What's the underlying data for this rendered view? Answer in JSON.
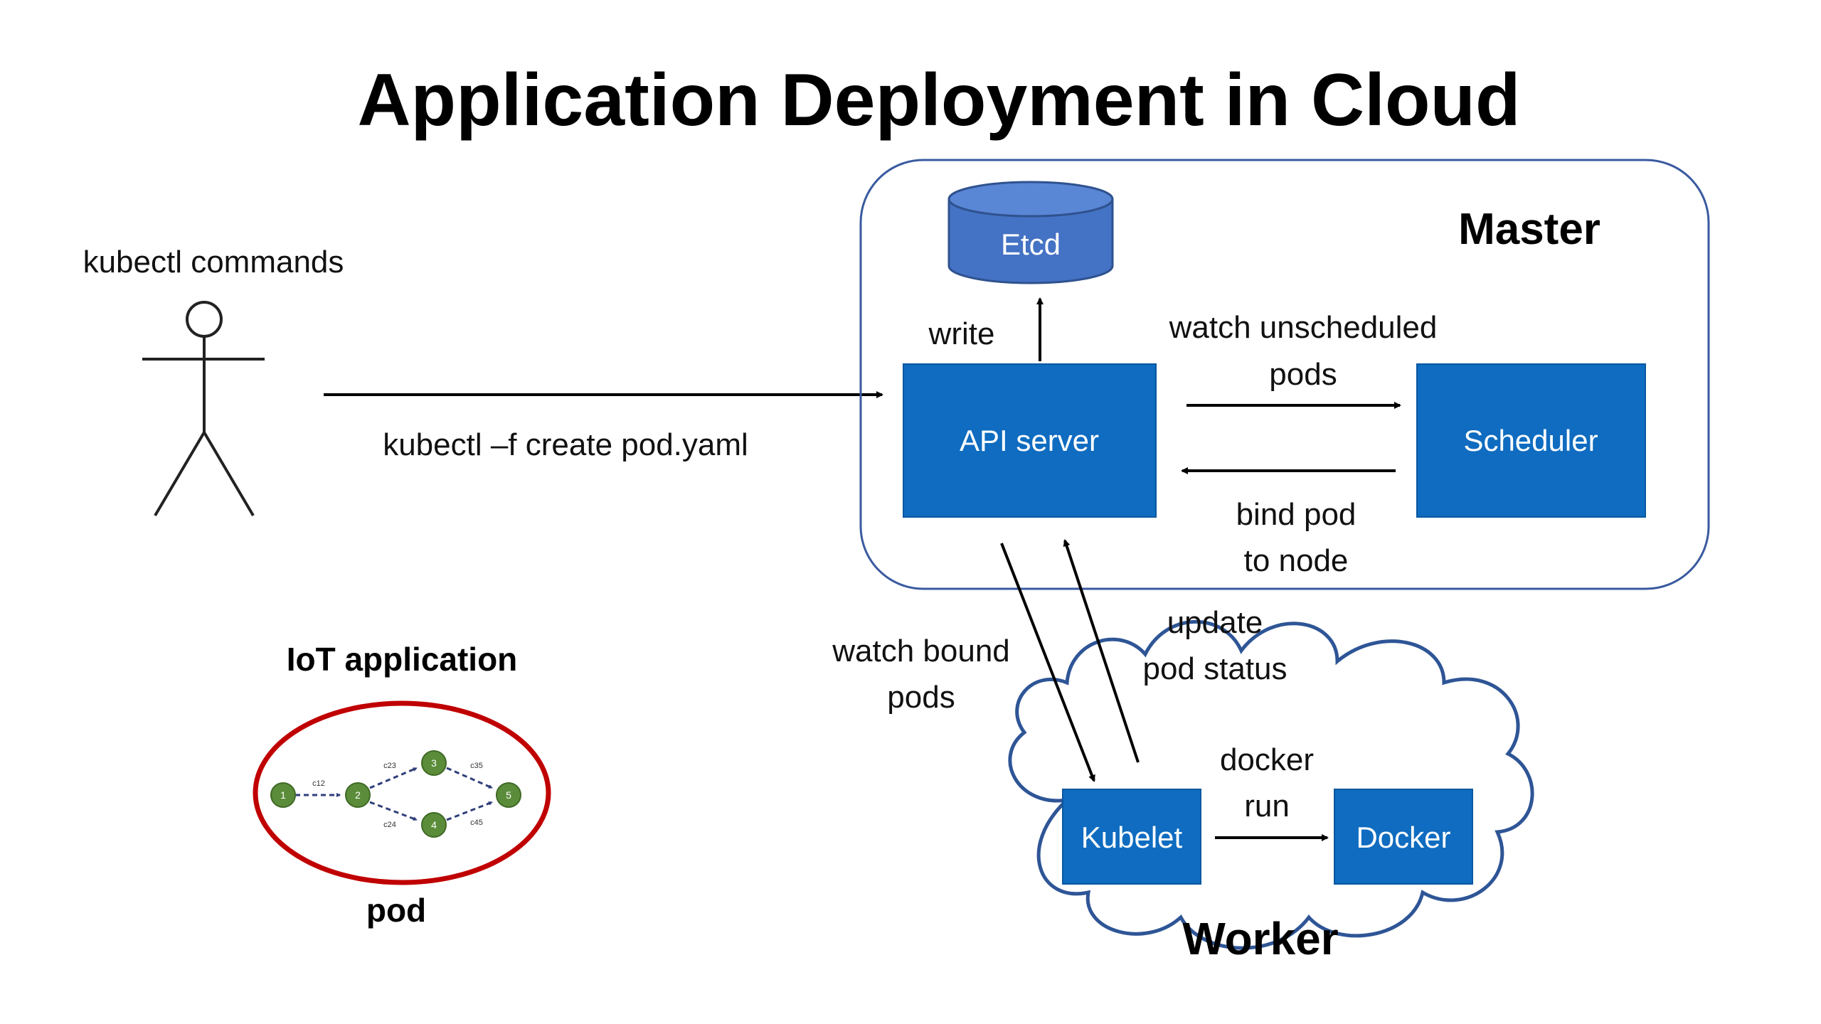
{
  "title": "Application Deployment in Cloud",
  "user": {
    "label": "kubectl commands",
    "command": "kubectl –f  create pod.yaml"
  },
  "master": {
    "label": "Master",
    "etcd": "Etcd",
    "api_server": "API server",
    "scheduler": "Scheduler",
    "write": "write",
    "watch_unscheduled": [
      "watch unscheduled",
      "pods"
    ],
    "bind_pod": [
      "bind pod",
      "to node"
    ]
  },
  "worker": {
    "label": "Worker",
    "kubelet": "Kubelet",
    "docker": "Docker",
    "docker_run": [
      "docker",
      "run"
    ],
    "watch_bound": [
      "watch bound",
      "pods"
    ],
    "update_status": [
      "update",
      "pod status"
    ]
  },
  "iot": {
    "label": "IoT application",
    "pod": "pod",
    "nodes": [
      "1",
      "2",
      "3",
      "4",
      "5"
    ],
    "edges": [
      "c12",
      "c23",
      "c24",
      "c35",
      "c45"
    ]
  },
  "colors": {
    "box_blue": "#0f6cc0",
    "etcd_blue": "#4472c4",
    "master_border": "#3a5aa0",
    "cloud_border": "#2e5596",
    "pod_ring": "#c00000",
    "node_green": "#5b8c3a"
  }
}
